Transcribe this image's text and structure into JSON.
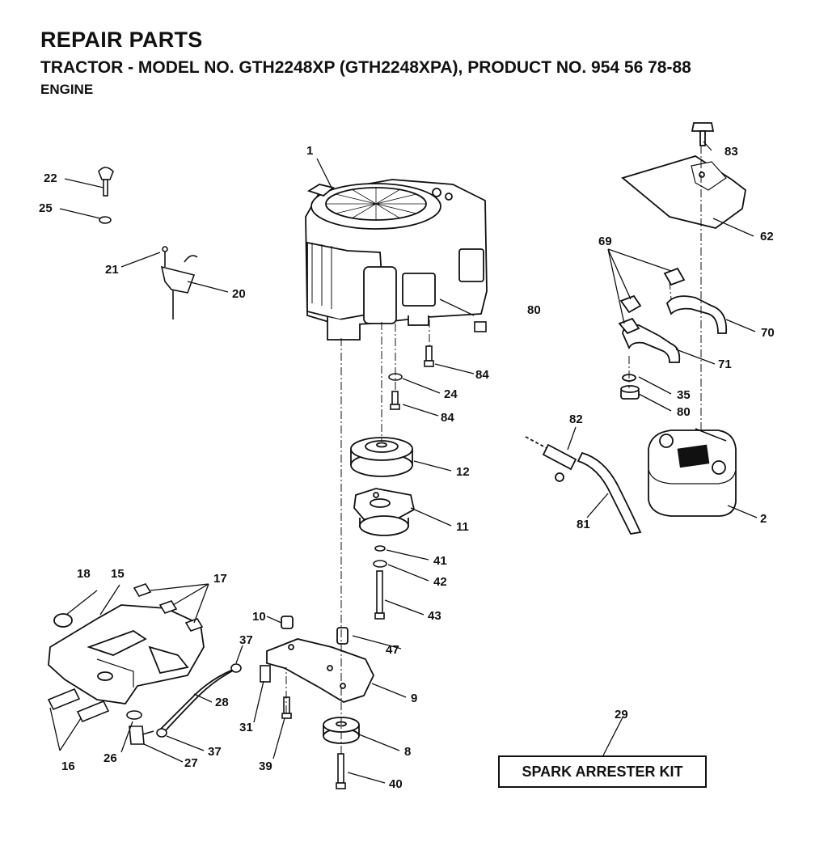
{
  "header": {
    "title": "REPAIR PARTS",
    "subtitle": "TRACTOR - MODEL NO. GTH2248XP (GTH2248XPA), PRODUCT NO. 954 56 78-88",
    "section": "ENGINE"
  },
  "kit_label": "SPARK ARRESTER KIT",
  "callouts": {
    "c1": "1",
    "c2": "2",
    "c8": "8",
    "c9": "9",
    "c10": "10",
    "c11": "11",
    "c12": "12",
    "c15": "15",
    "c16": "16",
    "c17": "17",
    "c18": "18",
    "c20": "20",
    "c21": "21",
    "c22": "22",
    "c24": "24",
    "c25": "25",
    "c26": "26",
    "c27": "27",
    "c28": "28",
    "c29": "29",
    "c31": "31",
    "c35": "35",
    "c37a": "37",
    "c37b": "37",
    "c39": "39",
    "c40": "40",
    "c41": "41",
    "c42": "42",
    "c43": "43",
    "c47": "47",
    "c62": "62",
    "c69": "69",
    "c70": "70",
    "c71": "71",
    "c80a": "80",
    "c80b": "80",
    "c81": "81",
    "c82": "82",
    "c83": "83",
    "c84a": "84",
    "c84b": "84"
  }
}
